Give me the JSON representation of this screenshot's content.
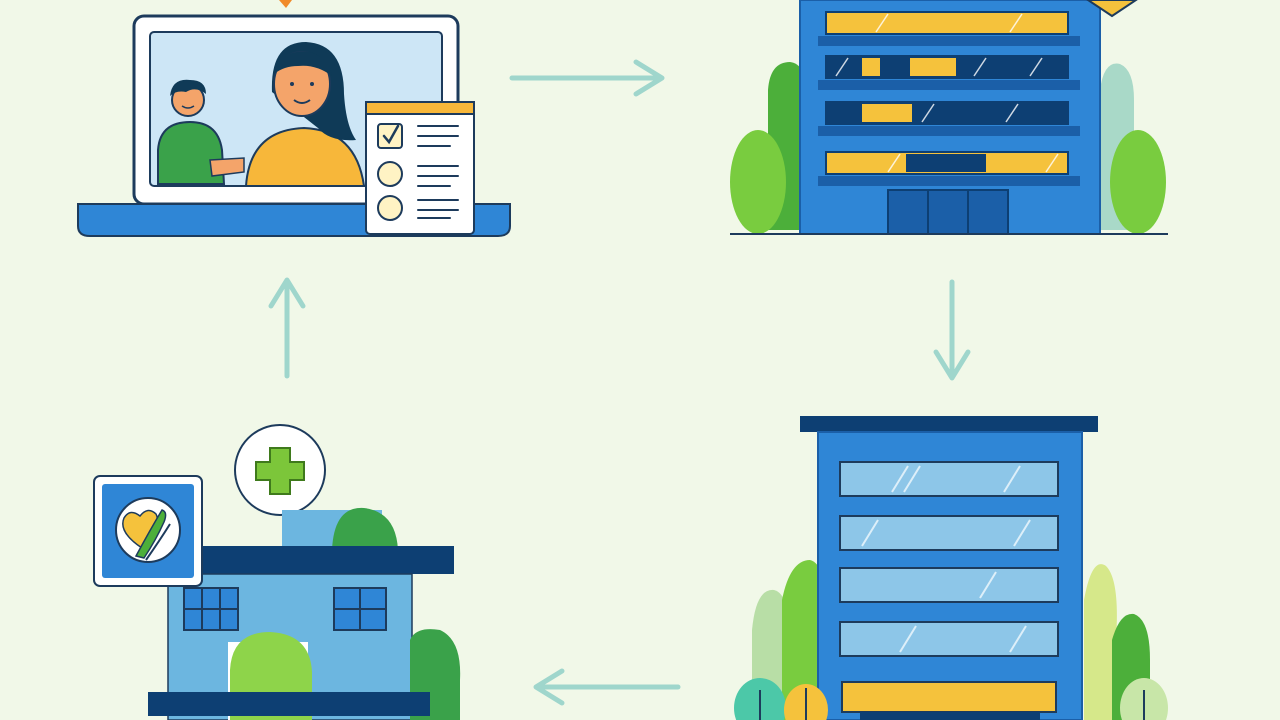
{
  "colors": {
    "background": "#f1f8e8",
    "arrow": "#9fd6cc",
    "blue_primary": "#2f86d6",
    "blue_dark": "#0d3f73",
    "blue_light": "#8dc6e8",
    "yellow": "#f5c23c",
    "green": "#4caf3a",
    "green_light": "#8ed44a"
  },
  "nodes": [
    {
      "id": "telehealth-laptop",
      "icon": "laptop-video-call-icon"
    },
    {
      "id": "office-building",
      "icon": "office-building-icon"
    },
    {
      "id": "hospital-tower",
      "icon": "tower-building-icon"
    },
    {
      "id": "clinic",
      "icon": "clinic-icon"
    }
  ],
  "arrows": [
    {
      "from": "telehealth-laptop",
      "to": "office-building",
      "direction": "right"
    },
    {
      "from": "office-building",
      "to": "hospital-tower",
      "direction": "down"
    },
    {
      "from": "hospital-tower",
      "to": "clinic",
      "direction": "left"
    },
    {
      "from": "clinic",
      "to": "telehealth-laptop",
      "direction": "up"
    }
  ]
}
